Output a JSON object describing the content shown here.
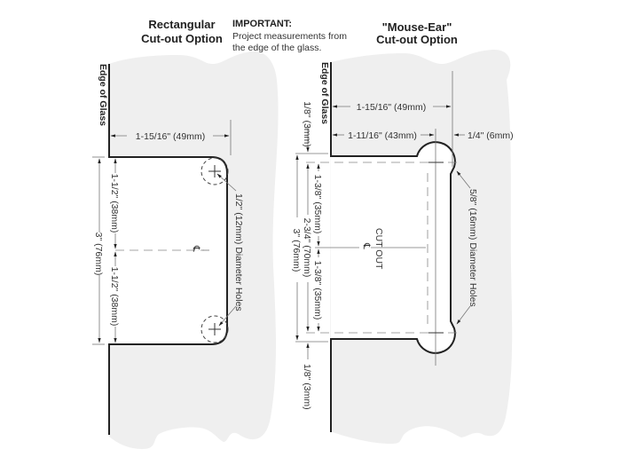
{
  "left_panel": {
    "title_line1": "Rectangular",
    "title_line2": "Cut-out Option",
    "edge_label": "Edge of Glass",
    "width_dim": "1-15/16\" (49mm)",
    "upper_half_dim": "1-1/2\" (38mm)",
    "lower_half_dim": "1-1/2\" (38mm)",
    "total_dim": "3\" (76mm)",
    "hole_note": "1/2\" (12mm) Diameter Holes",
    "centerline_symbol": "℄"
  },
  "important": {
    "heading": "IMPORTANT:",
    "line1": "Project measurements from",
    "line2": "the edge of the glass."
  },
  "right_panel": {
    "title_line1": "\"Mouse-Ear\"",
    "title_line2": "Cut-out Option",
    "edge_label": "Edge of Glass",
    "width_dim": "1-15/16\" (49mm)",
    "inner_width_dim": "1-11/16\" (43mm)",
    "offset_dim": "1/4\" (6mm)",
    "top_gap_dim": "1/8\" (3mm)",
    "bottom_gap_dim": "1/8\" (3mm)",
    "upper_half_dim": "1-3/8\" (35mm)",
    "lower_half_dim": "1-3/8\" (35mm)",
    "hole_span_dim": "2-3/4\" (70mm)",
    "total_dim": "3\" (76mm)",
    "cutout_label": "CUT OUT",
    "centerline_symbol": "℄",
    "hole_note": "5/8\" (16mm) Diameter Holes"
  }
}
